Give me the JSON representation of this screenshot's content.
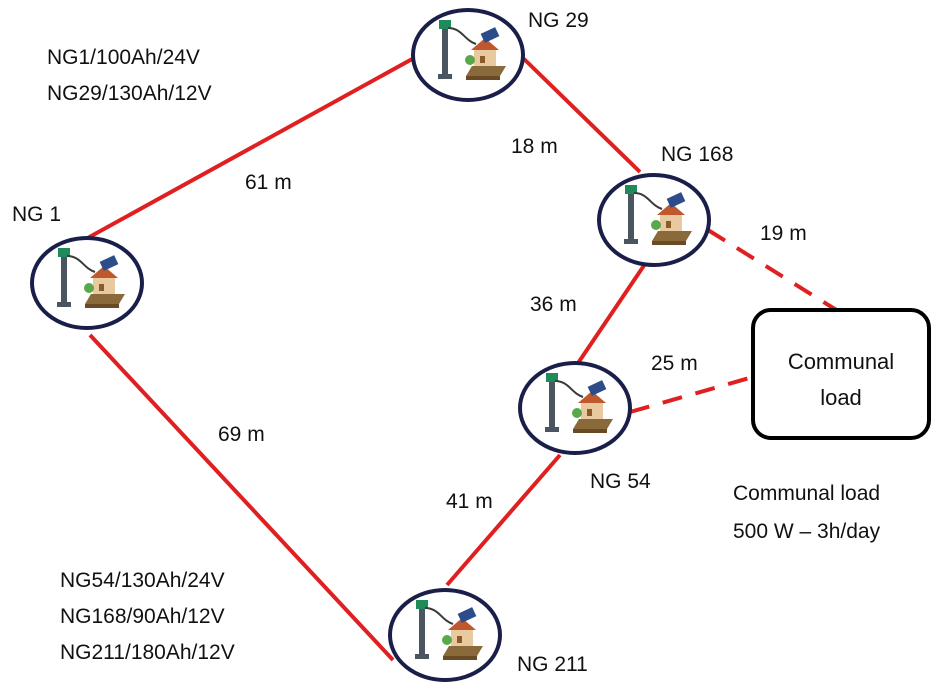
{
  "nodes": {
    "ng1": {
      "label": "NG 1"
    },
    "ng29": {
      "label": "NG 29"
    },
    "ng168": {
      "label": "NG 168"
    },
    "ng54": {
      "label": "NG 54"
    },
    "ng211": {
      "label": "NG 211"
    }
  },
  "links": {
    "ng1_ng29": {
      "distance": "61 m",
      "style": "solid"
    },
    "ng29_ng168": {
      "distance": "18 m",
      "style": "solid"
    },
    "ng168_ng54": {
      "distance": "36 m",
      "style": "solid"
    },
    "ng54_ng211": {
      "distance": "41 m",
      "style": "solid"
    },
    "ng1_ng211": {
      "distance": "69 m",
      "style": "solid"
    },
    "ng168_load": {
      "distance": "19 m",
      "style": "dashed"
    },
    "ng54_load": {
      "distance": "25 m",
      "style": "dashed"
    }
  },
  "communal_box": {
    "line1": "Communal",
    "line2": "load"
  },
  "battery_info_top": [
    "NG1/100Ah/24V",
    "NG29/130Ah/12V"
  ],
  "battery_info_bottom": [
    "NG54/130Ah/24V",
    "NG168/90Ah/12V",
    "NG211/180Ah/12V"
  ],
  "communal_note": {
    "line1": "Communal load",
    "line2": "500 W – 3h/day"
  },
  "colors": {
    "link": "#e02020",
    "node_border": "#1a1f4a",
    "text": "#111111"
  }
}
